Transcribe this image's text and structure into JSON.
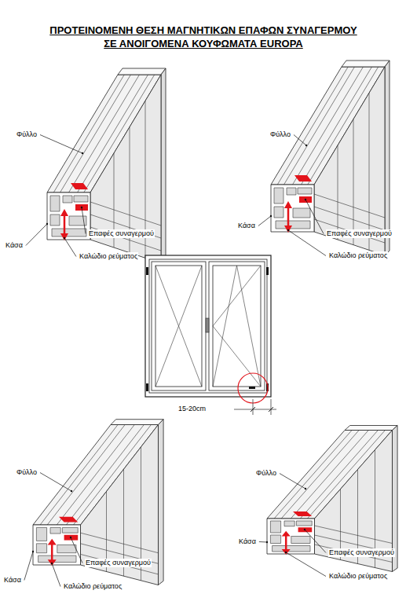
{
  "diagram": {
    "title": "ΠΡΟΤΕΙΝΟΜΕΝΗ ΘΕΣΗ ΜΑΓΝΗΤΙΚΩΝ ΕΠΑΦΩΝ ΣΥΝΑΓΕΡΜΟΥ ΣΕ ΑΝΟΙΓΟΜΕΝΑ ΚΟΥΦΩΜΑΤΑ EUROPA",
    "labels": [
      "Φύλλο",
      "Κάσα",
      "Επαφές συναγερμού",
      "Καλώδιο ρεύματος",
      "Φύλλο",
      "Κάσα",
      "Επαφές συναγερμού",
      "Καλώδιο ρεύματος",
      "15-20cm",
      "Φύλλο",
      "Κάσα",
      "Επαφές συναγερμού",
      "Καλώδιο ρεύματος",
      "Φύλλο",
      "Κάσα",
      "Επαφές συναγερμού",
      "Καλώδιο ρεύματος"
    ]
  }
}
